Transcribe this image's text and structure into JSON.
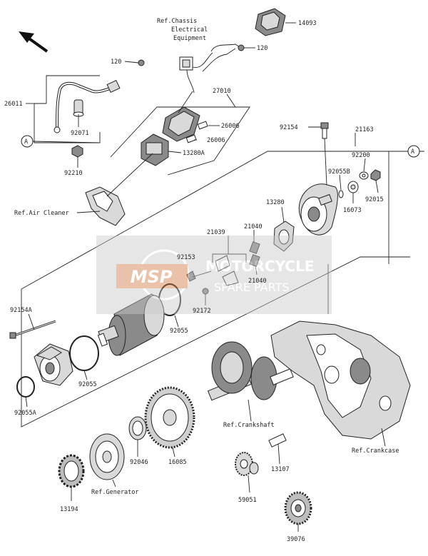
{
  "watermark": {
    "logo": "MSP",
    "line1": "MOTORCYCLE",
    "line2": "SPARE PARTS",
    "color": "#d27a45"
  },
  "parts": {
    "p14093": "14093",
    "p120a": "120",
    "p120b": "120",
    "p26011": "26011",
    "p92071": "92071",
    "p92210": "92210",
    "p27010": "27010",
    "p26006a": "26006",
    "p26006b": "26006",
    "p13280A": "13280A",
    "p92154": "92154",
    "p21163": "21163",
    "p92200": "92200",
    "p92055B": "92055B",
    "p16073": "16073",
    "p92015": "92015",
    "p13280": "13280",
    "p21039": "21039",
    "p21040a": "21040",
    "p21040b": "21040",
    "p92153": "92153",
    "p92172": "92172",
    "p92055": "92055",
    "p92154A": "92154A",
    "p92055a2": "92055",
    "p92055A": "92055A",
    "p92046": "92046",
    "p16085": "16085",
    "p13107": "13107",
    "p59051": "59051",
    "p13194": "13194",
    "p39076": "39076"
  },
  "refs": {
    "chassis1": "Ref.Chassis",
    "chassis2": "Electrical",
    "chassis3": "Equipment",
    "air": "Ref.Air Cleaner",
    "crankshaft": "Ref.Crankshaft",
    "crankcase": "Ref.Crankcase",
    "generator": "Ref.Generator"
  },
  "markers": {
    "a_left": "A",
    "a_right": "A"
  }
}
